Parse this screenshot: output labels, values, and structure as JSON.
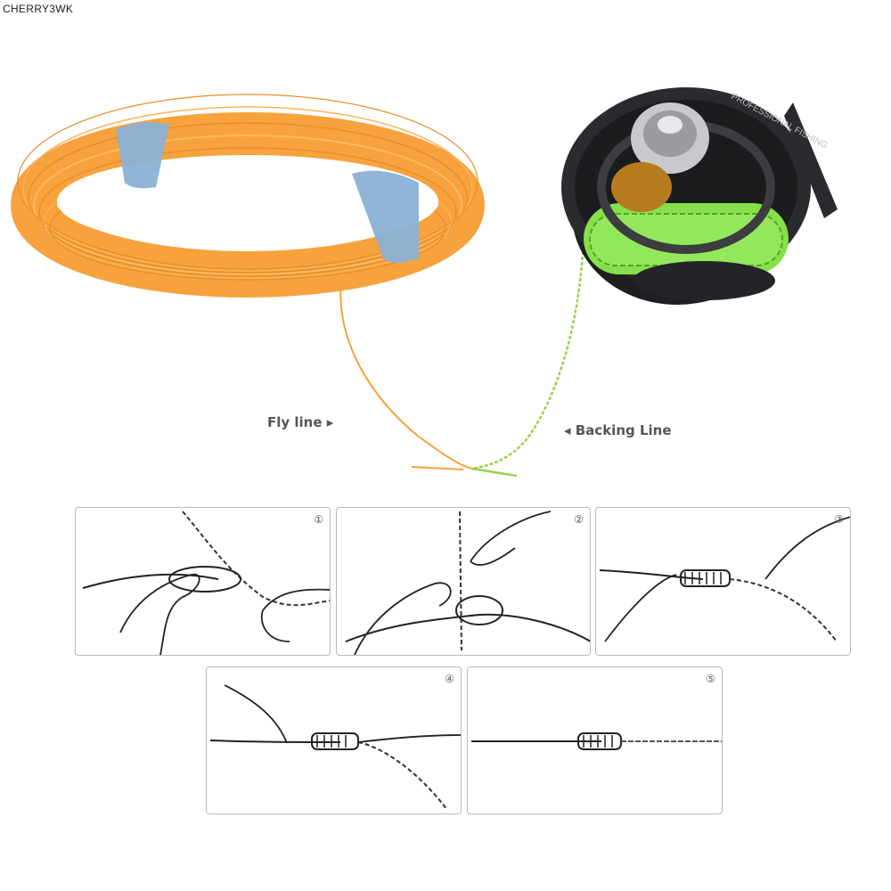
{
  "watermark": "CHERRY3WK",
  "reel": {
    "brand_text": "PROFESSIONAL FISHING"
  },
  "labels": {
    "fly_line": "Fly line ▸",
    "backing_line": "◂ Backing Line"
  },
  "steps": [
    "①",
    "②",
    "③",
    "④",
    "⑤"
  ],
  "colors": {
    "fly_line": "#f5a23e",
    "backing_line": "#8cd64a",
    "reel_body": "#1e1f21",
    "band": "#8ab1d4"
  }
}
